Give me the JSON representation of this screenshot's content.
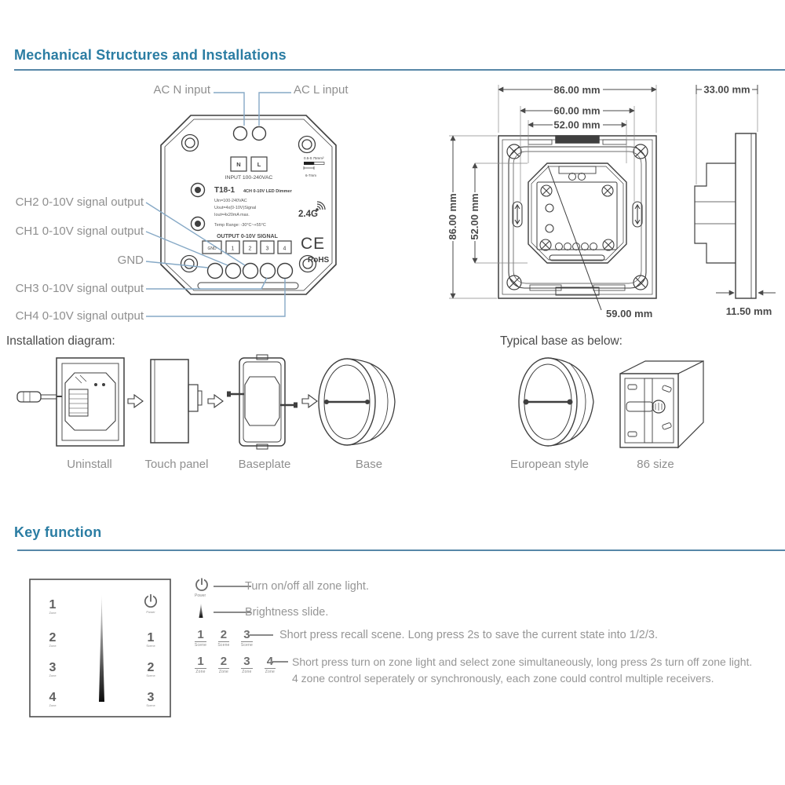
{
  "colors": {
    "accent_teal": "#2b7da3",
    "rule_blue": "#5787a8",
    "leader_blue": "#86a9c6",
    "label_gray": "#8f8f8f",
    "line_dark": "#3f3f3f"
  },
  "mech": {
    "title": "Mechanical Structures and Installations"
  },
  "front": {
    "label_ac_n": "AC N input",
    "label_ac_l": "AC L input",
    "label_ch2": "CH2 0-10V signal output",
    "label_ch1": "CH1 0-10V signal output",
    "label_gnd": "GND",
    "label_ch3": "CH3 0-10V signal output",
    "label_ch4": "CH4 0-10V signal output",
    "terminal_n": "N",
    "terminal_l": "L",
    "input_label": "INPUT 100-240VAC",
    "model": "T18-1",
    "model_desc": "4CH 0-10V LED Dimmer",
    "spec1": "Uin=100-240VAC",
    "spec2": "Uout=4x(0-10V)Signal",
    "spec3": "Iout=4x20mA max.",
    "spec4": "Temp Range: -30°C~+55°C",
    "rf": "2.4G",
    "ce_mark": "CE",
    "rohs": "RoHS",
    "output_label": "OUTPUT 0-10V SIGNAL",
    "term_gnd": "GND",
    "term_1": "1",
    "term_2": "2",
    "term_3": "3",
    "term_4": "4",
    "wire_spec": "0.5-0.75mm²",
    "wire_len": "6-7mm"
  },
  "dims": {
    "w_outer": "86.00 mm",
    "w_mid": "60.00 mm",
    "w_inner": "52.00 mm",
    "h_outer": "86.00 mm",
    "h_inner": "52.00 mm",
    "module": "59.00 mm",
    "depth": "33.00 mm",
    "panel_thickness": "11.50 mm"
  },
  "install": {
    "title": "Installation diagram:",
    "step1": "Uninstall",
    "step2": "Touch panel",
    "step3": "Baseplate",
    "step4": "Base"
  },
  "base": {
    "title": "Typical base as below:",
    "item1": "European style",
    "item2": "86 size"
  },
  "keyfn": {
    "title": "Key function",
    "panel": {
      "z1": "1",
      "z2": "2",
      "z3": "3",
      "z4": "4",
      "zone_label": "Zone",
      "power_label": "Power",
      "s1": "1",
      "s2": "2",
      "s3": "3",
      "scene_label": "Scene"
    },
    "power_sub": "Power",
    "scene_sub": "Scene",
    "zone_sub": "Zone",
    "row1_text": "Turn on/off all zone light.",
    "row2_text": "Brightness slide.",
    "row3_k1": "1",
    "row3_k2": "2",
    "row3_k3": "3",
    "row3_text": "Short press recall scene. Long press 2s to save the current state into 1/2/3.",
    "row4_k1": "1",
    "row4_k2": "2",
    "row4_k3": "3",
    "row4_k4": "4",
    "row4_text": "Short press turn on zone light and select zone simultaneously, long press 2s turn off zone light.",
    "row4_text2": "4 zone control seperately or synchronously, each zone could control multiple receivers."
  }
}
